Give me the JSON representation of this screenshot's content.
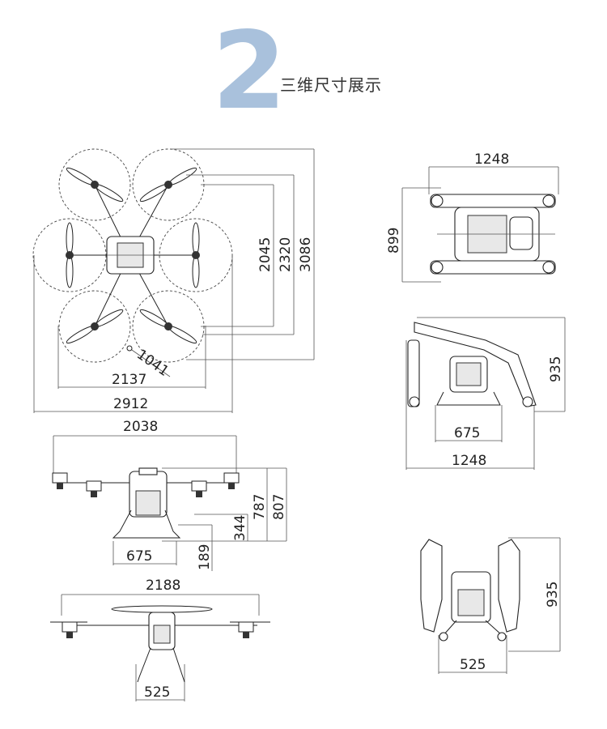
{
  "header": {
    "number": "2",
    "title": "三维尺寸展示"
  },
  "dims": {
    "top_d2045": "2045",
    "top_d2320": "2320",
    "top_d3086": "3086",
    "top_d1041": "1041",
    "top_d2137": "2137",
    "top_d2912": "2912",
    "fold_top_w": "1248",
    "fold_top_h": "899",
    "fold_side_h": "935",
    "fold_side_leg": "675",
    "fold_side_w": "1248",
    "front_w": "2038",
    "front_h787": "787",
    "front_h807": "807",
    "front_h344": "344",
    "front_leg": "675",
    "front_clear": "189",
    "side_w": "2188",
    "side_leg": "525",
    "fold_front_h": "935",
    "fold_front_leg": "525"
  },
  "colors": {
    "accent": "#a9c1dc"
  }
}
